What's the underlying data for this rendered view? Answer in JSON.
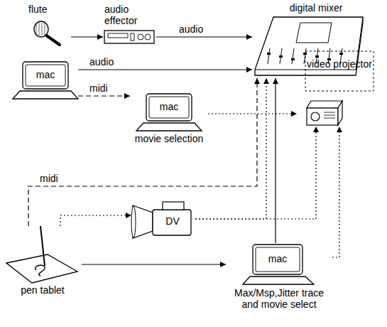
{
  "diagram": {
    "nodes": [
      {
        "text": [
          "flute"
        ]
      },
      {
        "text": [
          "audio effector"
        ]
      },
      {
        "text": [
          "digital mixer"
        ]
      },
      {
        "text": [
          "mac"
        ]
      },
      {
        "text": [
          "mac",
          "movie selection"
        ]
      },
      {
        "text": [
          "video projector"
        ]
      },
      {
        "text": [
          "DV"
        ]
      },
      {
        "text": [
          "pen tablet"
        ]
      },
      {
        "text": [
          "mac",
          "Max/Msp,Jitter trace and movie select"
        ]
      }
    ],
    "edges": [
      {
        "from": 0,
        "to": 1,
        "arrow": "to"
      },
      {
        "from": 1,
        "to": 2,
        "label": "audio",
        "arrow": "to"
      },
      {
        "from": 3,
        "to": 2,
        "label": "audio",
        "arrow": "to"
      },
      {
        "from": 3,
        "to": 4,
        "label": "midi",
        "arrow": "to"
      },
      {
        "from": 4,
        "to": 5,
        "arrow": "to"
      },
      {
        "from": 7,
        "to": 2,
        "label": "midi",
        "arrow": "to"
      },
      {
        "from": 7,
        "to": 6,
        "arrow": "to"
      },
      {
        "from": 6,
        "to": 2,
        "arrow": "to"
      },
      {
        "from": 6,
        "to": 5,
        "arrow": "to"
      },
      {
        "from": 7,
        "to": 8,
        "arrow": "to"
      },
      {
        "from": 8,
        "to": 2,
        "arrow": "to"
      },
      {
        "from": 8,
        "to": 5,
        "arrow": "to"
      }
    ]
  }
}
